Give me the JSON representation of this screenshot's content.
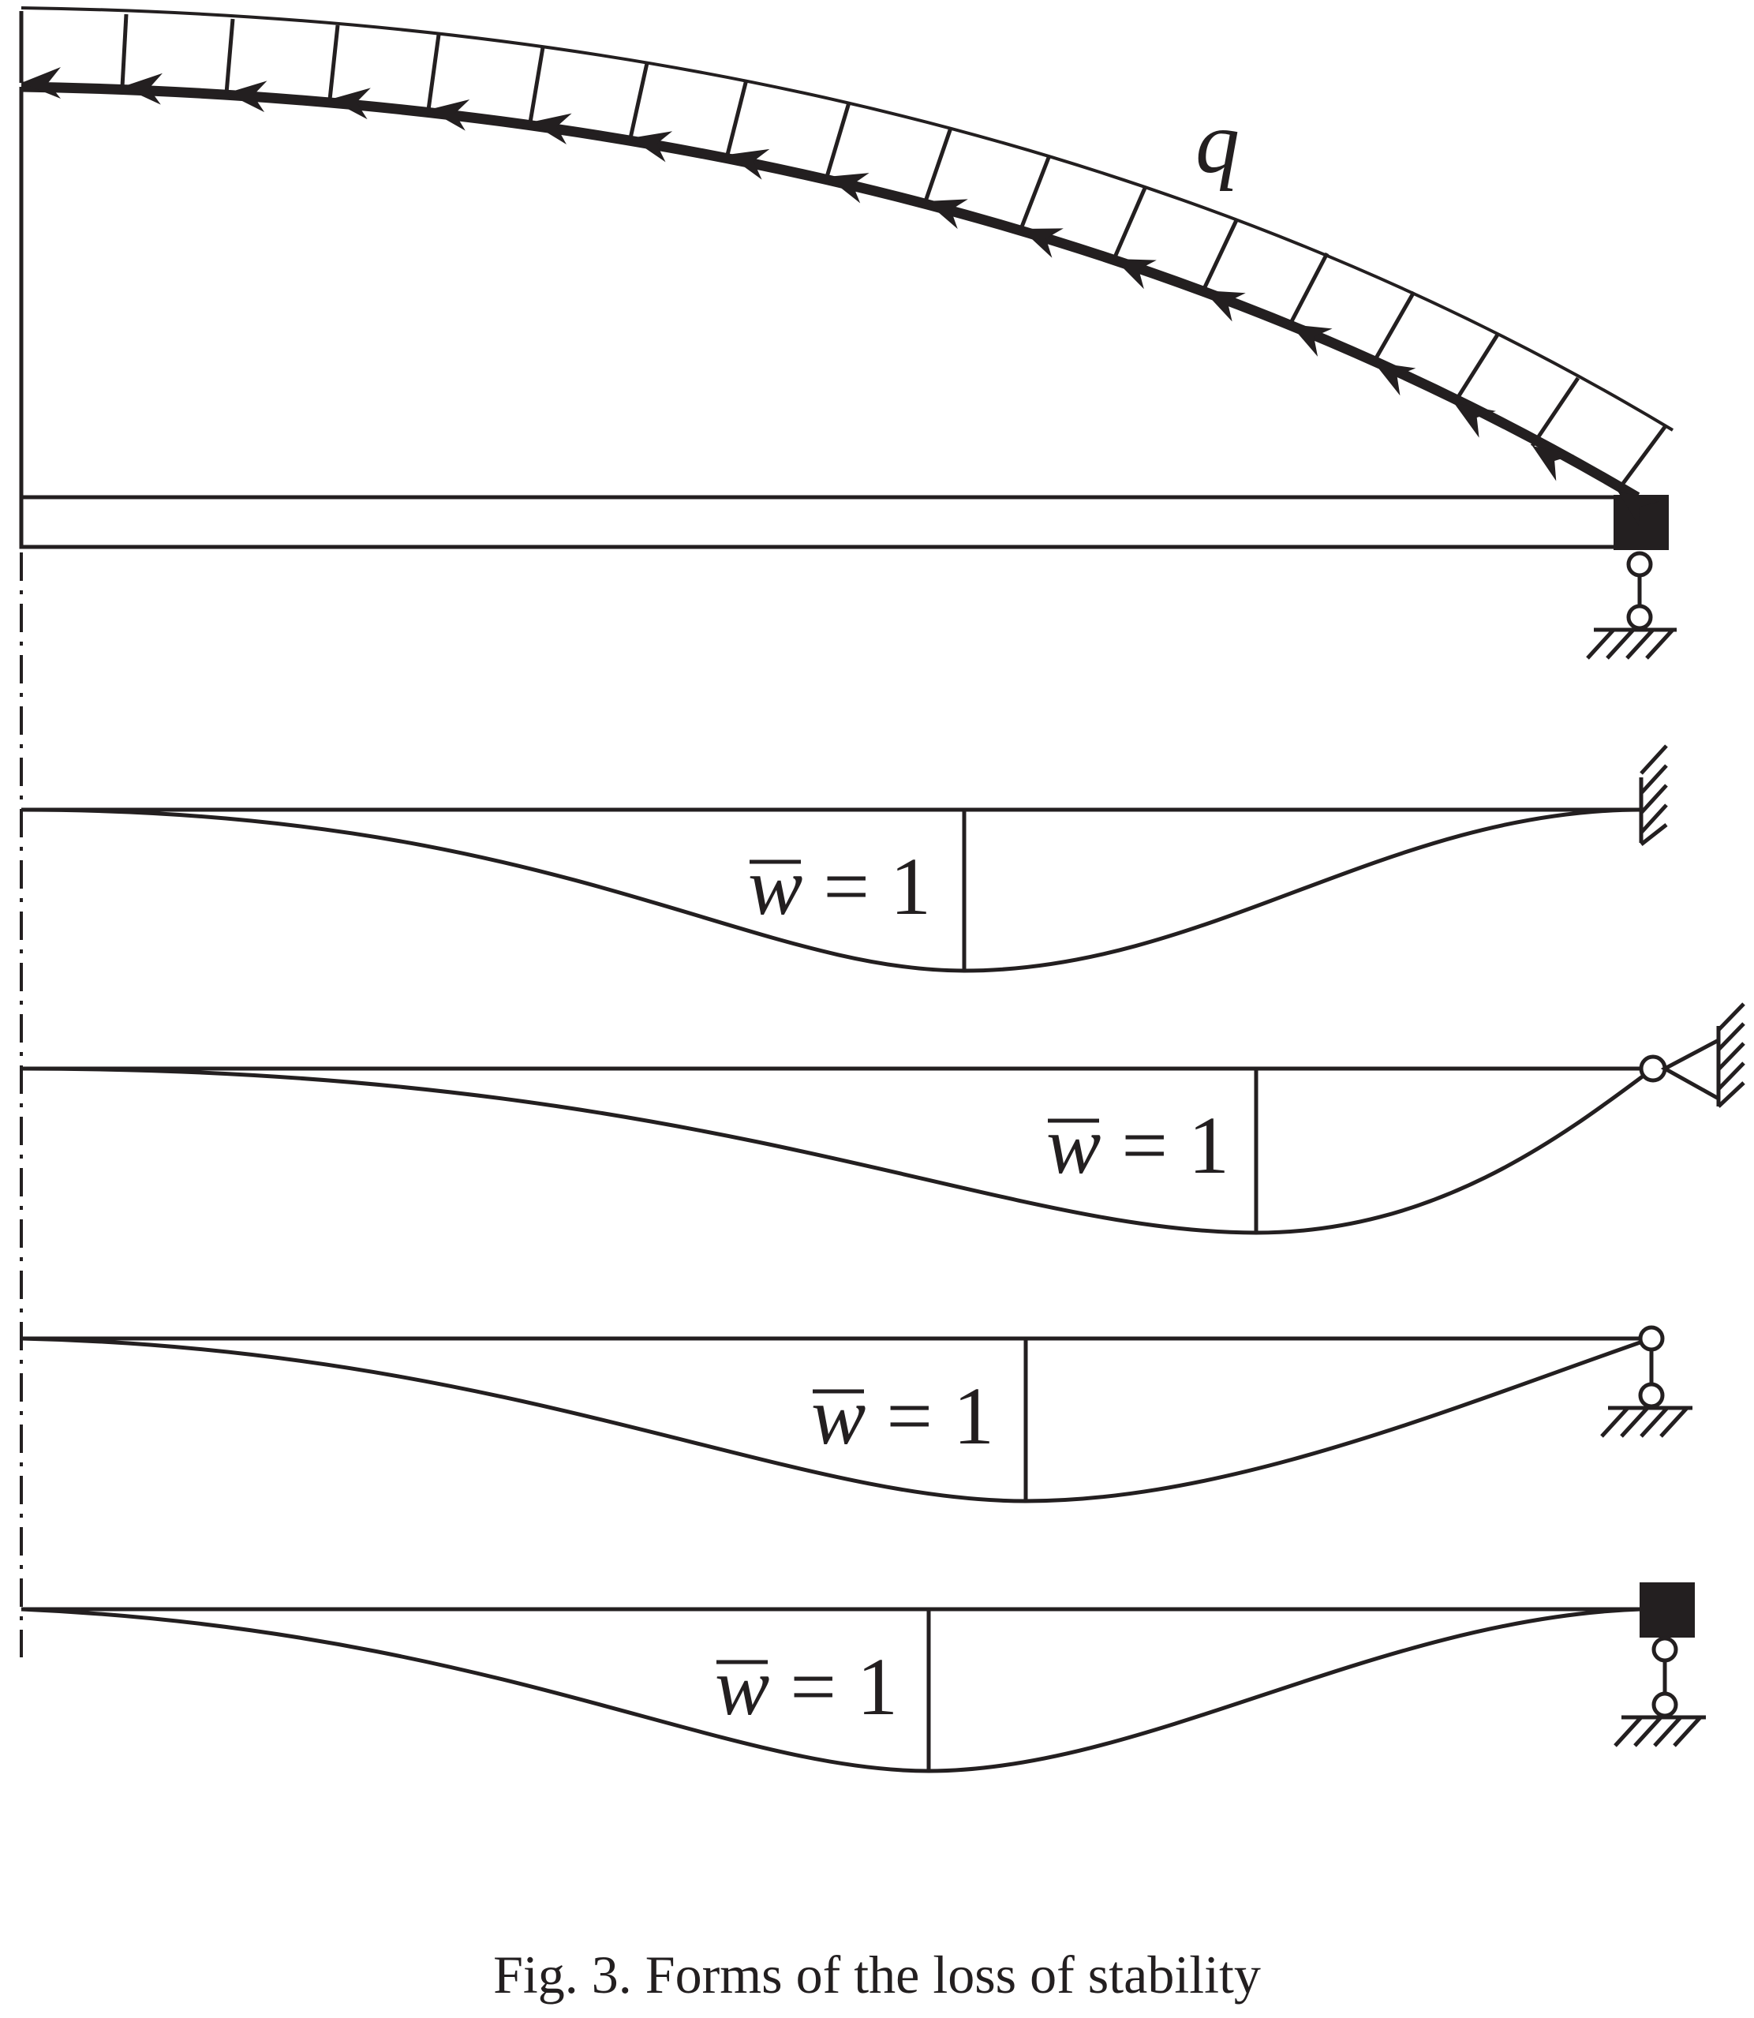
{
  "diagram": {
    "load_label": "q",
    "modes": [
      {
        "label_symbol": "w",
        "label_rest": " = 1"
      },
      {
        "label_symbol": "w",
        "label_rest": " = 1"
      },
      {
        "label_symbol": "w",
        "label_rest": " = 1"
      },
      {
        "label_symbol": "w",
        "label_rest": " = 1"
      }
    ]
  },
  "caption": "Fig. 3. Forms of the loss of stability",
  "colors": {
    "ink": "#231f20",
    "background": "#ffffff"
  }
}
